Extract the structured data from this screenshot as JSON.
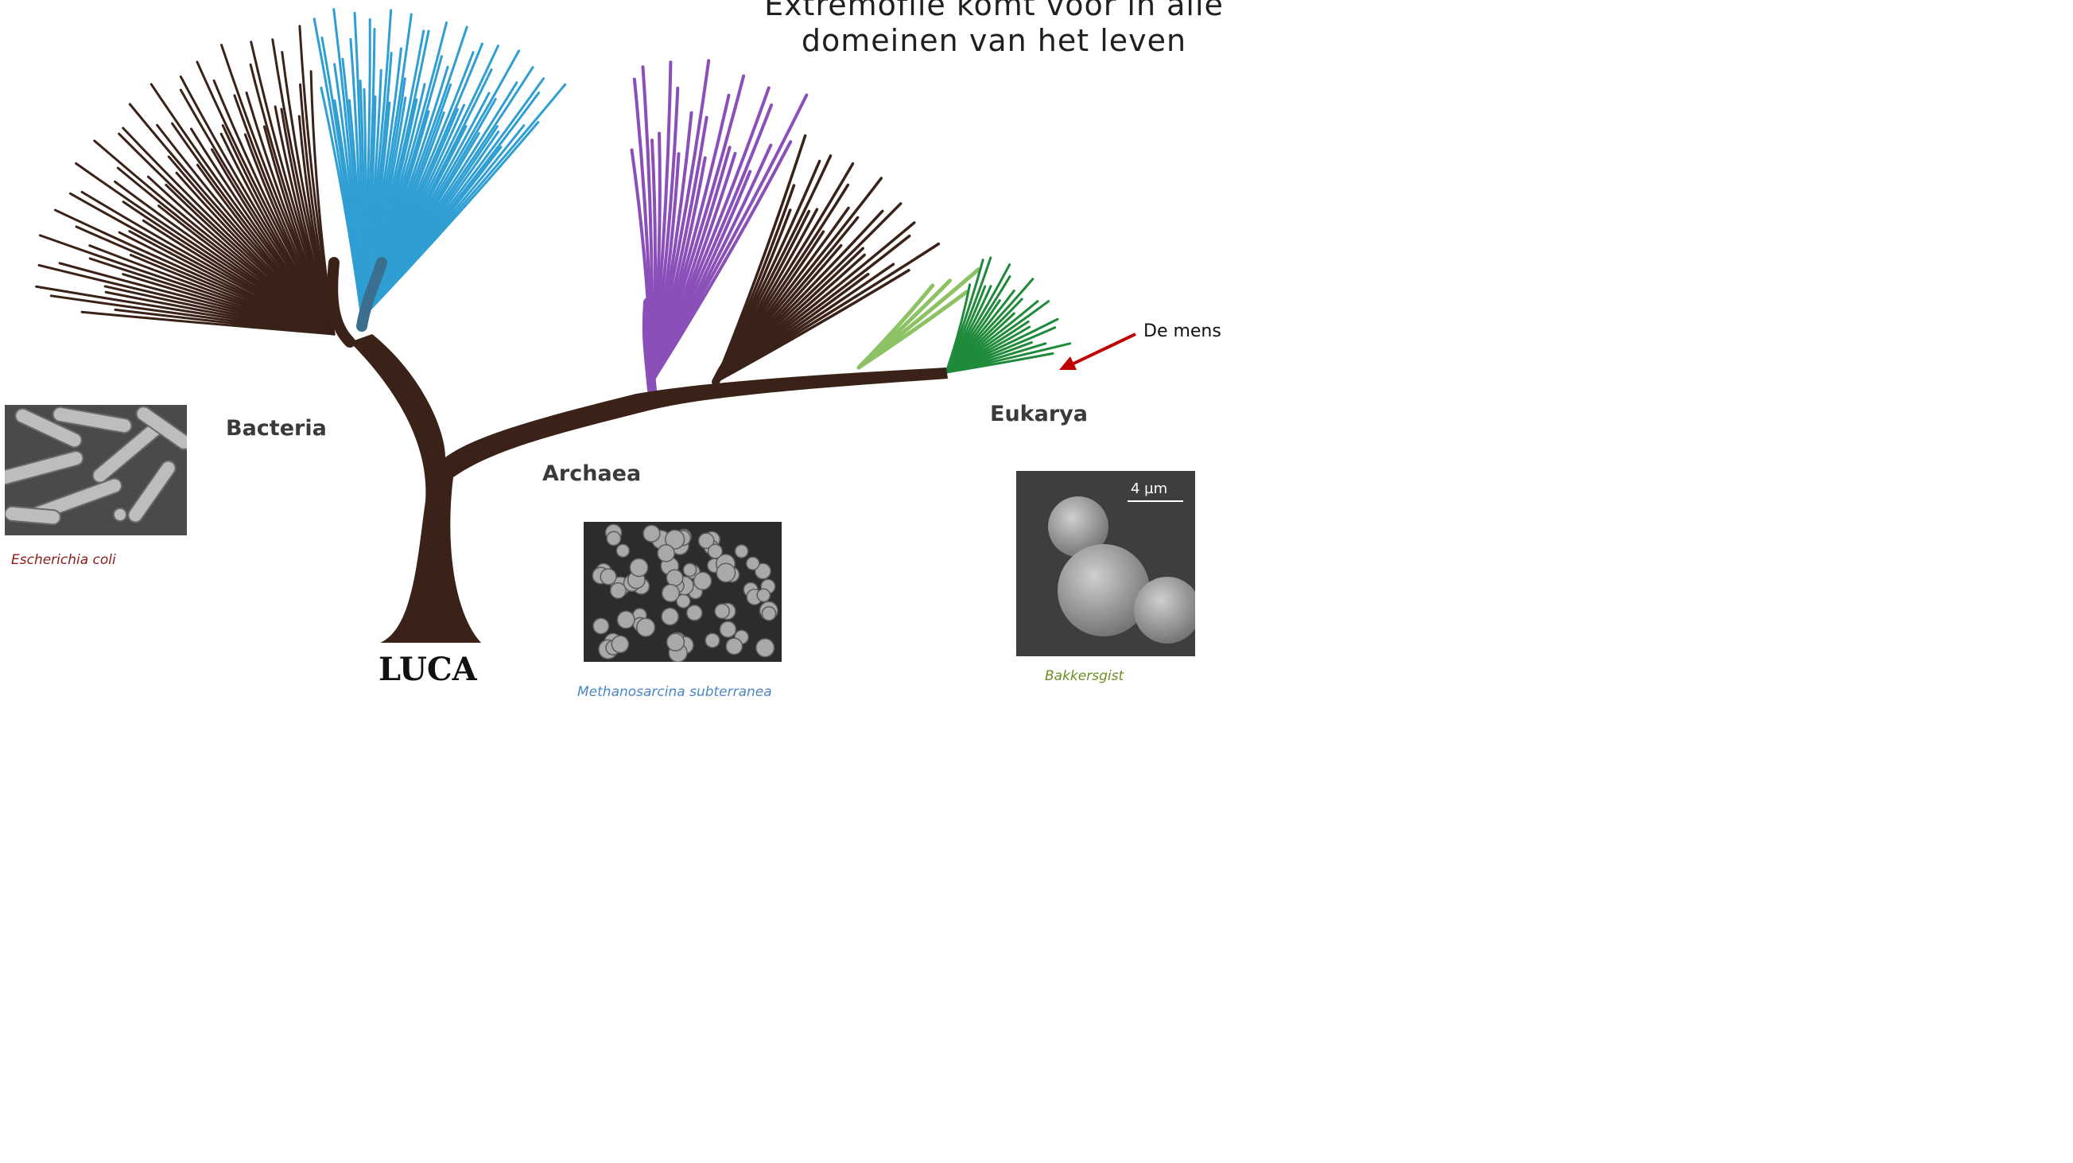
{
  "title": {
    "line1": "Extremofile komt voor in alle",
    "line2": "domeinen van het leven"
  },
  "domains": {
    "bacteria": "Bacteria",
    "archaea": "Archaea",
    "eukarya": "Eukarya"
  },
  "root_label": "LUCA",
  "human_pointer": {
    "label": "De mens",
    "arrow_color": "#c00000"
  },
  "photos": {
    "ecoli": {
      "caption": "Escherichia coli",
      "caption_color": "#8b1a1a"
    },
    "methanosarcina": {
      "caption": "Methanosarcina subterranea",
      "caption_color": "#4a86c5"
    },
    "yeast": {
      "caption": "Bakkersgist",
      "caption_color": "#6b8e23",
      "scale_bar": "4 µm"
    }
  },
  "colors": {
    "trunk": "#3b2218",
    "bacteria_blue": "#2e9ed3",
    "archaea_purple": "#8a4fb8",
    "eukarya_green": "#1f8a3a",
    "eukarya_lightgreen": "#8cc264"
  }
}
